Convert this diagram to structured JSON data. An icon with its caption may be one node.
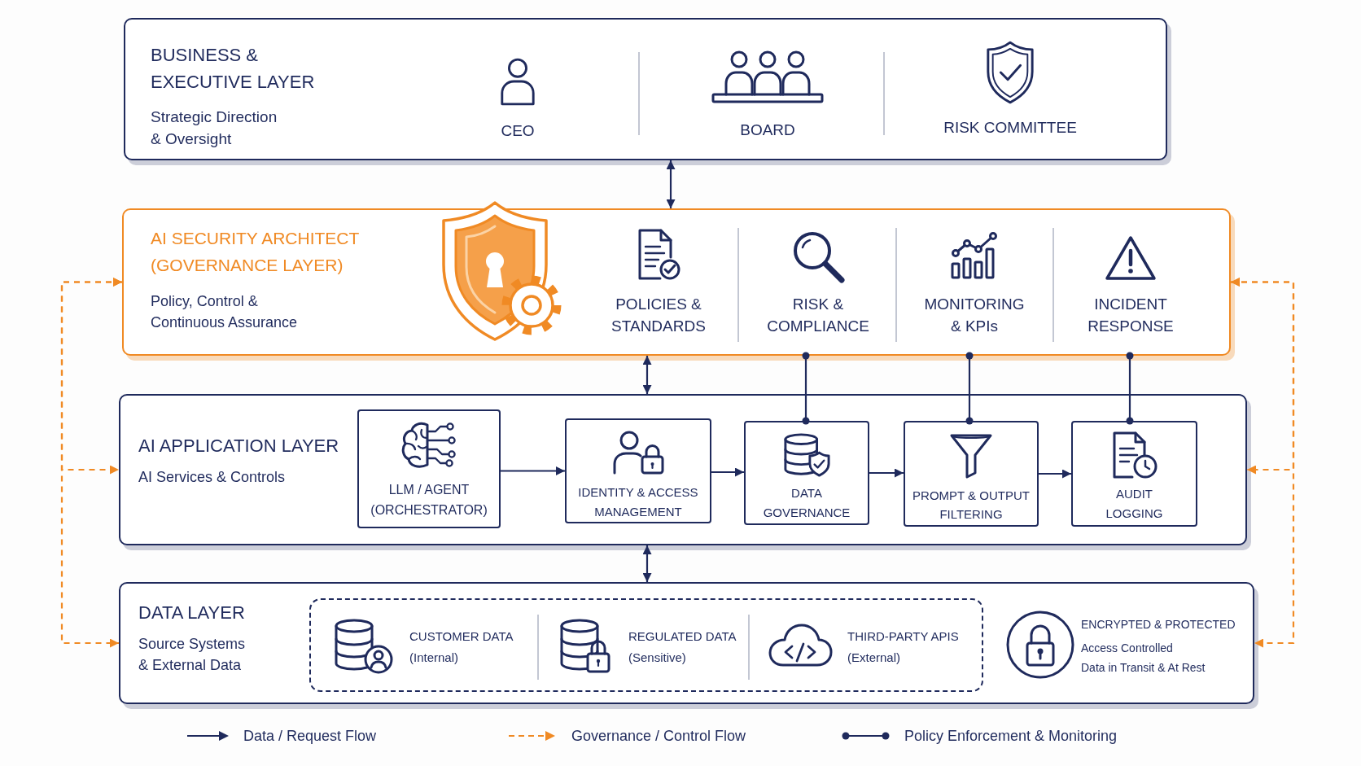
{
  "diagram": {
    "nodes": [
      {
        "text": [
          "BUSINESS & EXECUTIVE LAYER",
          "Strategic Direction & Oversight",
          "CEO",
          "BOARD",
          "RISK COMMITTEE"
        ]
      },
      {
        "text": [
          "AI SECURITY ARCHITECT (GOVERNANCE LAYER)",
          "Policy, Control & Continuous Assurance",
          "POLICIES & STANDARDS",
          "RISK & COMPLIANCE",
          "MONITORING & KPIs",
          "INCIDENT RESPONSE"
        ]
      },
      {
        "text": [
          "AI APPLICATION LAYER",
          "AI Services & Controls"
        ]
      },
      {
        "text": [
          "LLM / AGENT (ORCHESTRATOR)"
        ],
        "in": 2
      },
      {
        "text": [
          "IDENTITY & ACCESS MANAGEMENT"
        ],
        "in": 2
      },
      {
        "text": [
          "DATA GOVERNANCE"
        ],
        "in": 2
      },
      {
        "text": [
          "PROMPT & OUTPUT FILTERING"
        ],
        "in": 2
      },
      {
        "text": [
          "AUDIT LOGGING"
        ],
        "in": 2
      },
      {
        "text": [
          "DATA LAYER",
          "Source Systems & External Data",
          "ENCRYPTED & PROTECTED",
          "Access Controlled",
          "Data in Transit & At Rest"
        ]
      },
      {
        "text": [
          "CUSTOMER DATA",
          "(Internal)",
          "REGULATED DATA",
          "(Sensitive)",
          "THIRD-PARTY APIS",
          "(External)"
        ],
        "in": 8
      }
    ],
    "edges": [
      {
        "from": 0,
        "to": 1,
        "arrow": "both"
      },
      {
        "from": 1,
        "to": 2,
        "arrow": "both"
      },
      {
        "from": 2,
        "to": 8,
        "arrow": "both"
      },
      {
        "from": 3,
        "to": 4,
        "arrow": "to"
      },
      {
        "from": 4,
        "to": 5,
        "arrow": "to"
      },
      {
        "from": 5,
        "to": 6,
        "arrow": "to"
      },
      {
        "from": 6,
        "to": 7,
        "arrow": "to"
      },
      {
        "from": 1,
        "to": 5,
        "arrow": "other"
      },
      {
        "from": 1,
        "to": 6,
        "arrow": "other"
      },
      {
        "from": 1,
        "to": 7,
        "arrow": "other"
      },
      {
        "from": 1,
        "to": 2,
        "arrow": "both",
        "style": "dashed",
        "color": "#f08a24"
      },
      {
        "from": 1,
        "to": 8,
        "arrow": "both",
        "style": "dashed",
        "color": "#f08a24"
      },
      {
        "from": 1,
        "to": 2,
        "arrow": "both",
        "style": "dashed",
        "color": "#f08a24"
      },
      {
        "from": 1,
        "to": 8,
        "arrow": "both",
        "style": "dashed",
        "color": "#f08a24"
      }
    ],
    "legend": [
      {
        "text": "Data / Request Flow"
      },
      {
        "text": "Governance / Control Flow"
      },
      {
        "text": "Policy Enforcement & Monitoring"
      }
    ]
  }
}
